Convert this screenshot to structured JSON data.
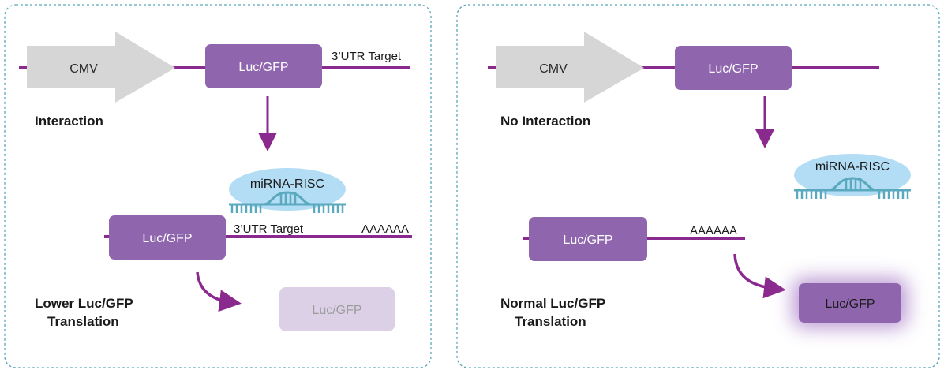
{
  "colors": {
    "mrna_line": "#8b2a8e",
    "box_purple": "#8f66ad",
    "box_faded": "#dcd0e6",
    "promoter_gray": "#d6d6d6",
    "risc_blob": "#b3ddf4",
    "risc_strand": "#5ba9bf",
    "panel_border": "#5aa6b6",
    "glow": "#a77cc8"
  },
  "left_panel": {
    "promoter_label": "CMV",
    "reporter_label": "Luc/GFP",
    "utr_label": "3’UTR Target",
    "condition_label": "Interaction",
    "risc_label": "miRNA-RISC",
    "mrna_reporter_label": "Luc/GFP",
    "mrna_utr_label": "3’UTR Target",
    "polya_label": "AAAAAA",
    "result_label_line1": "Lower Luc/GFP",
    "result_label_line2": "Translation",
    "protein_label": "Luc/GFP"
  },
  "right_panel": {
    "promoter_label": "CMV",
    "reporter_label": "Luc/GFP",
    "condition_label": "No Interaction",
    "risc_label": "miRNA-RISC",
    "mrna_reporter_label": "Luc/GFP",
    "polya_label": "AAAAAA",
    "result_label_line1": "Normal Luc/GFP",
    "result_label_line2": "Translation",
    "protein_label": "Luc/GFP"
  }
}
